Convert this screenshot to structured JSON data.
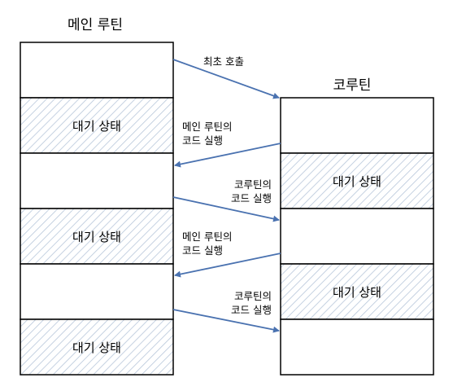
{
  "diagram": {
    "left_title": "메인 루틴",
    "right_title": "코루틴",
    "wait_label": "대기 상태",
    "arrows": [
      {
        "line1": "최초 호출",
        "line2": ""
      },
      {
        "line1": "메인 루틴의",
        "line2": "코드 실행"
      },
      {
        "line1": "코루틴의",
        "line2": "코드 실행"
      },
      {
        "line1": "메인 루틴의",
        "line2": "코드 실행"
      },
      {
        "line1": "코루틴의",
        "line2": "코드 실행"
      }
    ]
  },
  "colors": {
    "arrow": "#4a72b0",
    "hatch": "#b8c7da",
    "border": "#000000"
  }
}
